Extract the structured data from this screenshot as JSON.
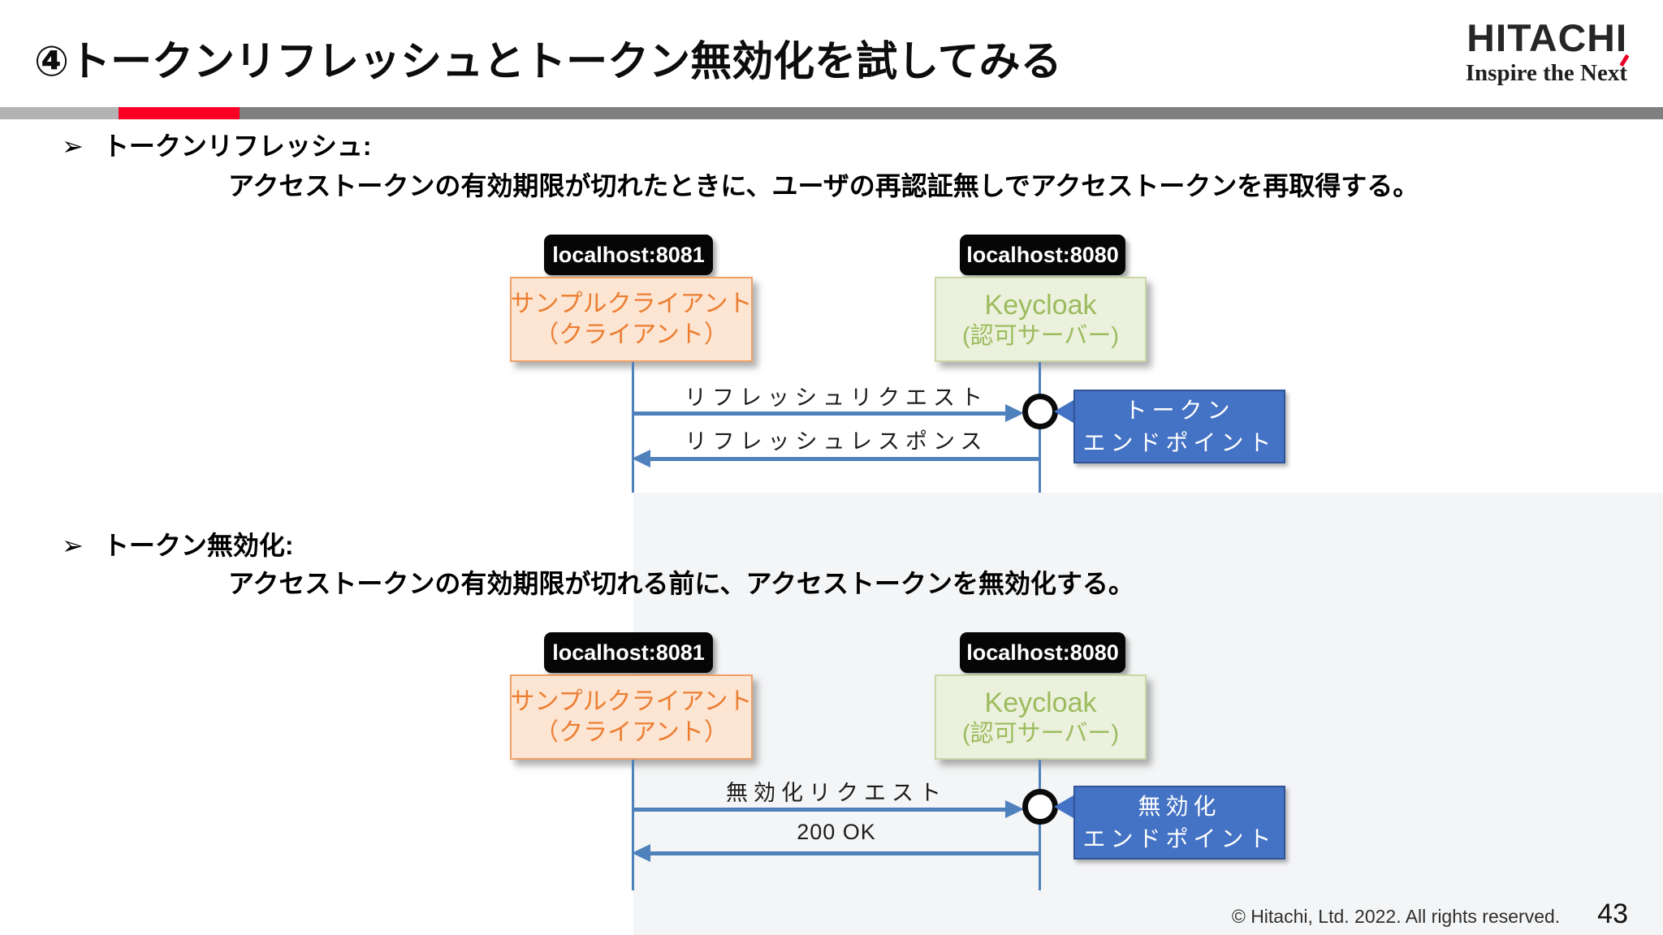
{
  "header": {
    "title": "④トークンリフレッシュとトークン無効化を試してみる",
    "logo": {
      "brand": "HITACHI",
      "tagline": "Inspire the Next"
    }
  },
  "sections": [
    {
      "bullet_glyph": "➢",
      "label": "トークンリフレッシュ:",
      "description": "アクセストークンの有効期限が切れたときに、ユーザの再認証無しでアクセストークンを再取得する。"
    },
    {
      "bullet_glyph": "➢",
      "label": "トークン無効化:",
      "description": "アクセストークンの有効期限が切れる前に、アクセストークンを無効化する。"
    }
  ],
  "diagrams": [
    {
      "client": {
        "host": "localhost:8081",
        "name_line1": "サンプルクライアント",
        "name_line2": "（クライアント）"
      },
      "server": {
        "host": "localhost:8080",
        "name_line1": "Keycloak",
        "name_line2": "(認可サーバー)"
      },
      "request_label": "リフレッシュリクエスト",
      "response_label": "リフレッシュレスポンス",
      "endpoint_line1": "トークン",
      "endpoint_line2": "エンドポイント"
    },
    {
      "client": {
        "host": "localhost:8081",
        "name_line1": "サンプルクライアント",
        "name_line2": "（クライアント）"
      },
      "server": {
        "host": "localhost:8080",
        "name_line1": "Keycloak",
        "name_line2": "(認可サーバー)"
      },
      "request_label": "無効化リクエスト",
      "response_label": "200 OK",
      "endpoint_line1": "無効化",
      "endpoint_line2": "エンドポイント"
    }
  ],
  "footer": {
    "copyright": "© Hitachi, Ltd. 2022. All rights reserved.",
    "page_number": "43"
  },
  "colors": {
    "hitachi_red": "#e60027",
    "bar_light_gray": "#b3b3b3",
    "bar_red": "#fa0025",
    "bar_dark_gray": "#7f7f7f",
    "client_fill": "#fce5d2",
    "client_border": "#f0a168",
    "client_text": "#ed7d31",
    "server_fill": "#ebf1dd",
    "server_border": "#c9d7a7",
    "server_text": "#9cbb5d",
    "endpoint_fill": "#4472c4",
    "endpoint_border": "#2f5597",
    "arrow_blue": "#4f81bd",
    "host_box_black": "#060606"
  }
}
